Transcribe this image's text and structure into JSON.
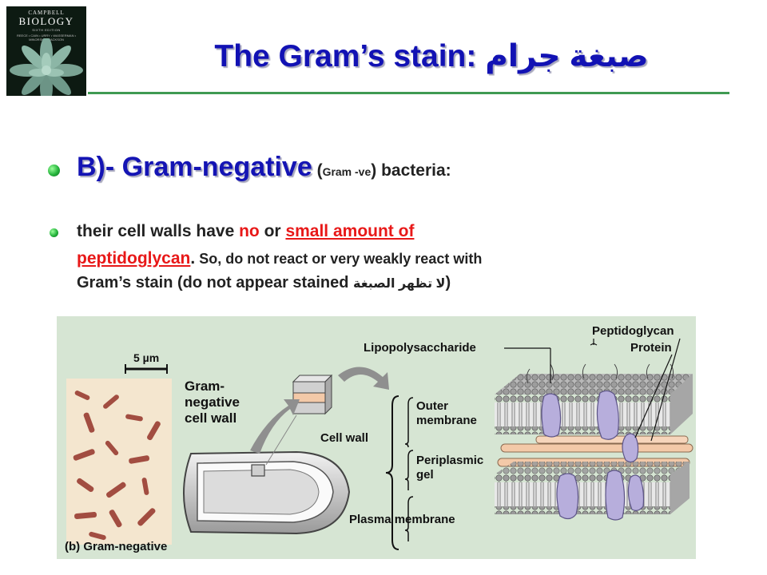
{
  "cover": {
    "publisher": "CAMPBELL",
    "book_title": "BIOLOGY",
    "edition": "SIXTH EDITION",
    "authors": "REECE • CAIN • URRY • WASSERMAN • MINORSKY • JACKSON"
  },
  "title": {
    "english": "The Gram’s stain: ",
    "arabic": "صبغة جرام"
  },
  "bullet1": {
    "heading": "B)- Gram-negative",
    "paren_open": " (",
    "paren_inner": "Gram -ve",
    "paren_close": ")",
    "tail": " bacteria:"
  },
  "bullet2": {
    "line1_a": "their cell walls have ",
    "line1_no": "no",
    "line1_b": " or ",
    "line1_small": "small amount of",
    "line2_pep": "peptidoglycan",
    "line2_dot": ".",
    "line2_rest": " So, do not react or very weakly react with",
    "line3_a": "Gram’s stain (do not appear stained ",
    "line3_arabic": "لا تظهر الصبغة",
    "line3_close": ")"
  },
  "figure": {
    "scale": "5 µm",
    "wall_label": [
      "Gram-",
      "negative",
      "cell wall"
    ],
    "lps": "Lipopolysaccharide",
    "peptidoglycan": "Peptidoglycan",
    "protein": "Protein",
    "outer_membrane": [
      "Outer",
      "membrane"
    ],
    "cell_wall": "Cell wall",
    "periplasmic": [
      "Periplasmic",
      "gel"
    ],
    "plasma_membrane": "Plasma membrane",
    "caption": "(b) Gram-negative",
    "colors": {
      "panel": "#d6e5d3",
      "lipid_head": "#8a8a8a",
      "protein": "#b7aedc",
      "peptidoglycan": "#f3c9a8"
    }
  }
}
